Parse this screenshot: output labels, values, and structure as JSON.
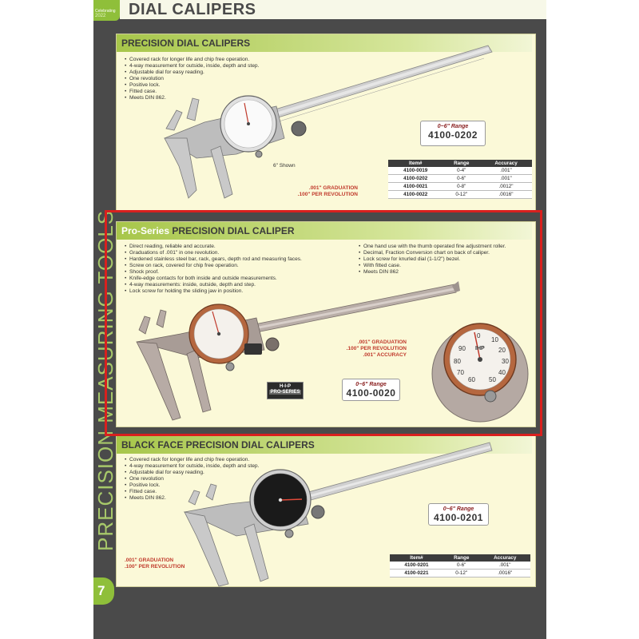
{
  "header": {
    "logo_line1": "Celebrating",
    "logo_line2": "2022",
    "page_title": "DIAL CALIPERS"
  },
  "sidebar_text": "PRECISION MEASURING TOOLS",
  "page_number": "7",
  "section1": {
    "title": "PRECISION DIAL CALIPERS",
    "features": [
      "Covered rack for longer life and chip free operation.",
      "4-way measurement for outside, inside, depth and step.",
      "Adjustable dial for easy reading.",
      "One revolution",
      "Positive lock.",
      "Fitted case.",
      "Meets DIN 862."
    ],
    "caption": "6\" Shown",
    "range_label": "0~6\" Range",
    "range_code": "4100-0202",
    "graduation": [
      ".001\" GRADUATION",
      ".100\" PER REVOLUTION"
    ],
    "table": {
      "headers": [
        "Item#",
        "Range",
        "Accuracy"
      ],
      "rows": [
        [
          "4100-0019",
          "0-4\"",
          ".001\""
        ],
        [
          "4100-0202",
          "0-6\"",
          ".001\""
        ],
        [
          "4100-0021",
          "0-8\"",
          ".0012\""
        ],
        [
          "4100-0022",
          "0-12\"",
          ".0016\""
        ]
      ]
    }
  },
  "section2": {
    "title_prefix": "Pro-Series",
    "title_main": "PRECISION DIAL CALIPER",
    "features_left": [
      "Direct reading, reliable and accurate.",
      "Graduations of .001\" in one revolution.",
      "Hardened stainless steel bar, rack, gears, depth rod and measuring faces.",
      "Screw on rack, covered for chip free operation.",
      "Shock proof.",
      "Knife-edge contacts for both inside and outside measurements.",
      "4-way measurements: inside, outside, depth and step.",
      "Lock screw for holding the sliding jaw in position."
    ],
    "features_right": [
      "One hand use with the thumb operated fine adjustment roller.",
      "Decimal, Fraction Conversion chart on back of caliper.",
      "Lock screw for knurled dial (1-1/2\") bezel.",
      "With fitted case.",
      "Meets DIN 862"
    ],
    "graduation": [
      ".001\" GRADUATION",
      ".100\" PER REVOLUTION",
      ".001\" ACCURACY"
    ],
    "range_label": "0~6\" Range",
    "range_code": "4100-0020",
    "badge_top": "H-I-P",
    "badge_bottom": "PRO-SERIES",
    "dial_numbers": [
      "0",
      "10",
      "20",
      "30",
      "40",
      "50",
      "60",
      "70",
      "80",
      "90"
    ],
    "dial_brand": "IHP"
  },
  "section3": {
    "title": "BLACK FACE PRECISION DIAL CALIPERS",
    "features": [
      "Covered rack for longer life and chip free operation.",
      "4-way measurement for outside, inside, depth and step.",
      "Adjustable dial for easy reading.",
      "One revolution",
      "Positive lock.",
      "Fitted case.",
      "Meets DIN 862."
    ],
    "range_label": "0~6\" Range",
    "range_code": "4100-0201",
    "graduation": [
      ".001\" GRADUATION",
      ".100\" PER REVOLUTION"
    ],
    "table": {
      "headers": [
        "Item#",
        "Range",
        "Accuracy"
      ],
      "rows": [
        [
          "4100-0201",
          "0-6\"",
          ".001\""
        ],
        [
          "4100-0221",
          "0-12\"",
          ".0016\""
        ]
      ]
    }
  },
  "colors": {
    "accent_green": "#8fbf3a",
    "panel_bg": "#fbf9d8",
    "highlight_red": "#d9201e",
    "graduation_red": "#c0392b"
  }
}
